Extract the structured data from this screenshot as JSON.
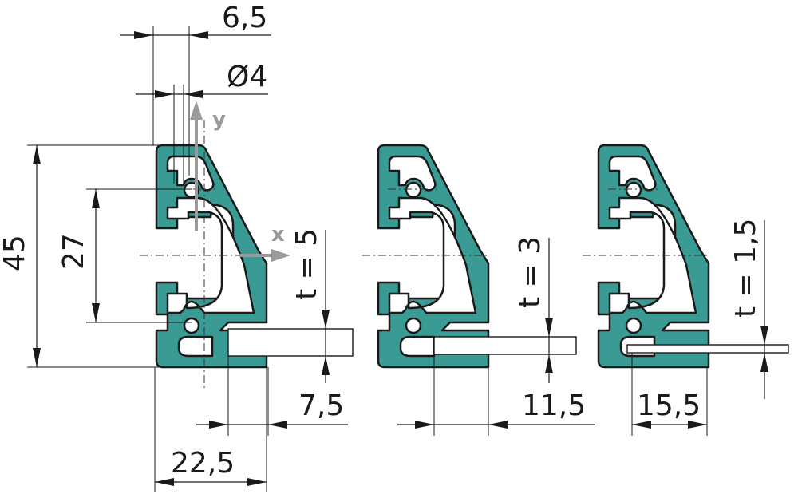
{
  "dimensions": {
    "pitch": "6,5",
    "hole_diameter": "Ø4",
    "height": "45",
    "inner_height": "27",
    "width": "22,5",
    "profiles": [
      {
        "thickness": "t = 5",
        "offset": "7,5"
      },
      {
        "thickness": "t = 3",
        "offset": "11,5"
      },
      {
        "thickness": "t = 1,5",
        "offset": "15,5"
      }
    ]
  },
  "axes": {
    "x": "x",
    "y": "y"
  },
  "colors": {
    "profile": "#3a9a94",
    "axis": "#9a9a9a",
    "line": "#1a1a1a"
  }
}
